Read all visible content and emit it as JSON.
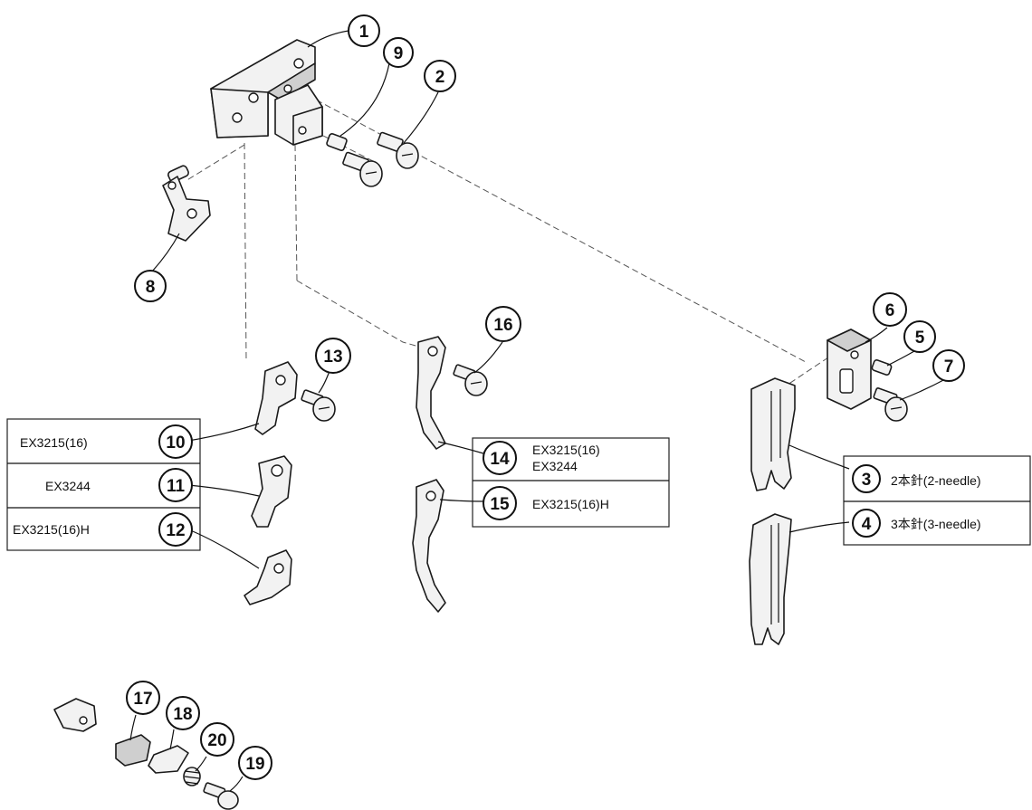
{
  "diagram": {
    "parts": [
      "1",
      "2",
      "3",
      "4",
      "5",
      "6",
      "7",
      "8",
      "9",
      "10",
      "11",
      "12",
      "13",
      "14",
      "15",
      "16",
      "17",
      "18",
      "19",
      "20"
    ],
    "variant_labels": {
      "p10": "EX3215(16)",
      "p11": "EX3244",
      "p12": "EX3215(16)H",
      "p14_line1": "EX3215(16)",
      "p14_line2": "EX3244",
      "p15": "EX3215(16)H",
      "p3": "2本針(2-needle)",
      "p4": "3本針(3-needle)"
    }
  }
}
